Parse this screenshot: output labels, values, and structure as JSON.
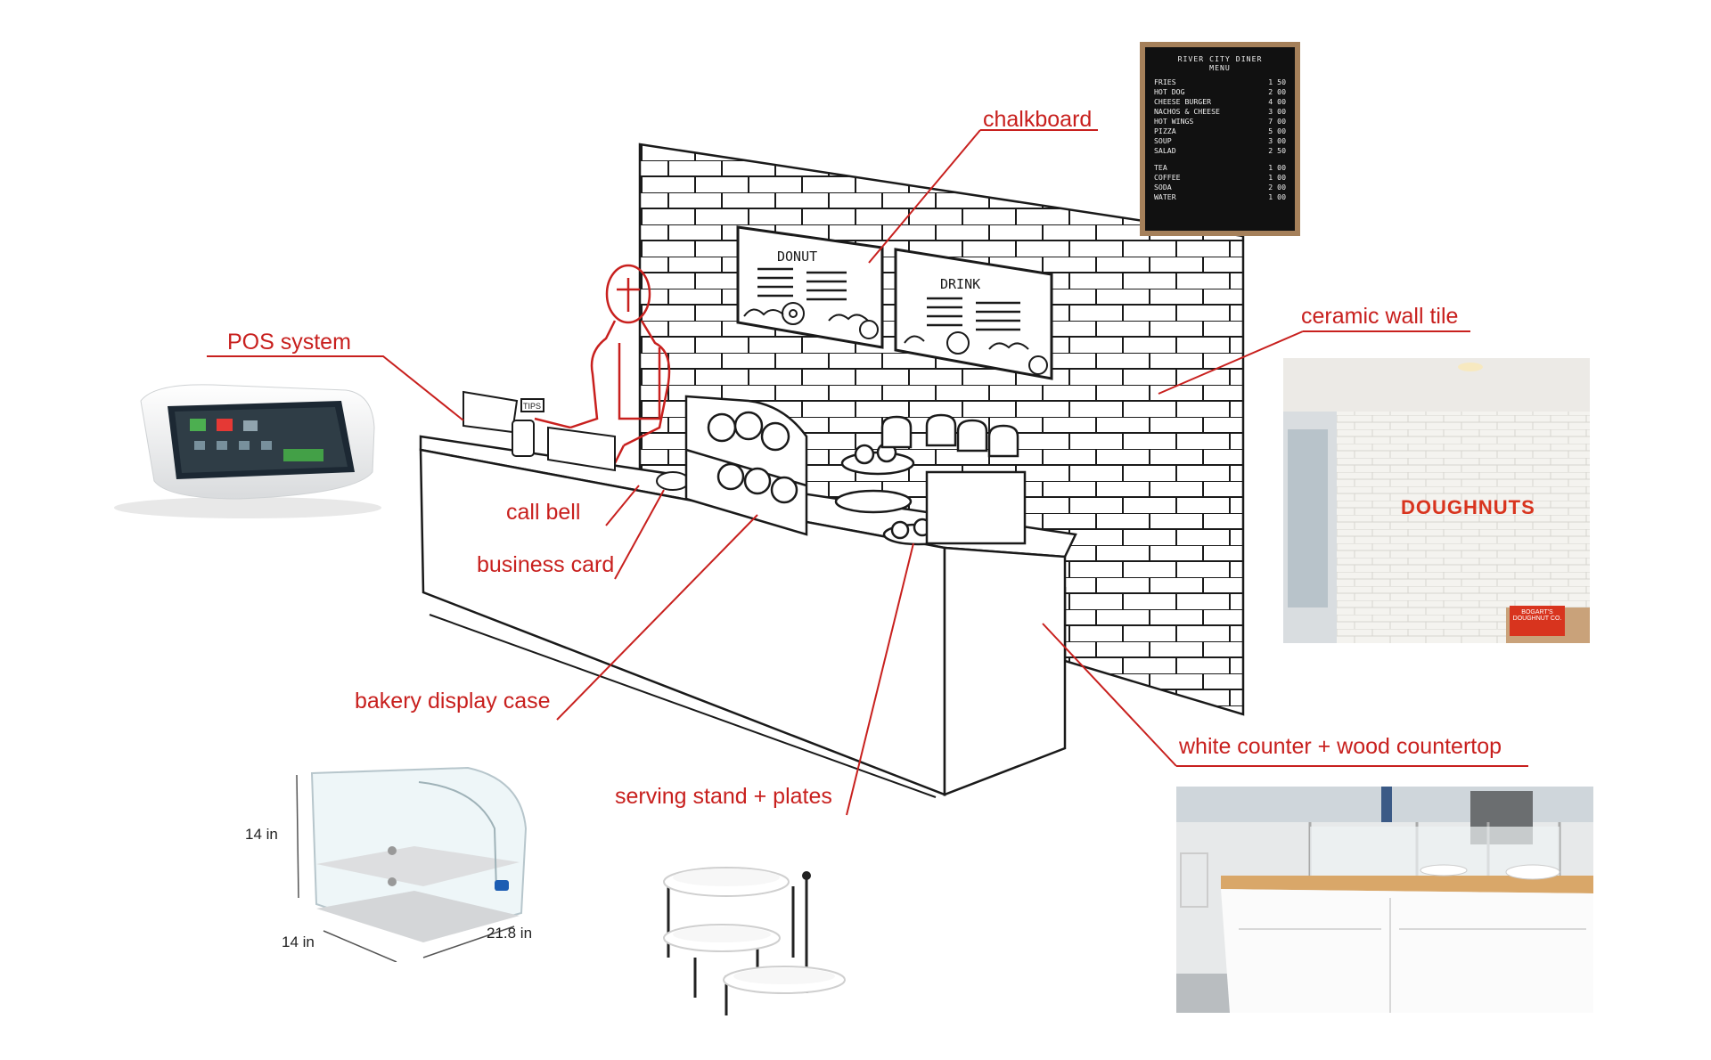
{
  "labels": {
    "chalkboard": "chalkboard",
    "ceramic_wall_tile": "ceramic wall tile",
    "pos_system": "POS system",
    "call_bell": "call bell",
    "business_card": "business card",
    "bakery_display_case": "bakery display case",
    "serving_stand": "serving stand + plates",
    "white_counter": "white counter + wood countertop"
  },
  "dimensions": {
    "height": "14 in",
    "depth": "14 in",
    "width": "21.8 in"
  },
  "sketch_signs": {
    "left": "DONUT",
    "right": "DRINK",
    "tips": "TIPS"
  },
  "menu_board": {
    "title_line1": "RIVER CITY DINER",
    "title_line2": "MENU",
    "food": [
      {
        "item": "FRIES",
        "price": "1 50"
      },
      {
        "item": "HOT DOG",
        "price": "2 00"
      },
      {
        "item": "CHEESE BURGER",
        "price": "4 00"
      },
      {
        "item": "NACHOS & CHEESE",
        "price": "3 00"
      },
      {
        "item": "HOT WINGS",
        "price": "7 00"
      },
      {
        "item": "PIZZA",
        "price": "5 00"
      },
      {
        "item": "SOUP",
        "price": "3 00"
      },
      {
        "item": "SALAD",
        "price": "2 50"
      }
    ],
    "drinks": [
      {
        "item": "TEA",
        "price": "1 00"
      },
      {
        "item": "COFFEE",
        "price": "1 00"
      },
      {
        "item": "SODA",
        "price": "2 00"
      },
      {
        "item": "WATER",
        "price": "1 00"
      }
    ]
  },
  "wall_photo": {
    "sign": "DOUGHNUTS",
    "small_sign_line1": "BOGART'S",
    "small_sign_line2": "DOUGHNUT CO."
  },
  "colors": {
    "accent_red": "#c8201e",
    "ink": "#1a1a1a",
    "sign_red": "#d8341e"
  }
}
